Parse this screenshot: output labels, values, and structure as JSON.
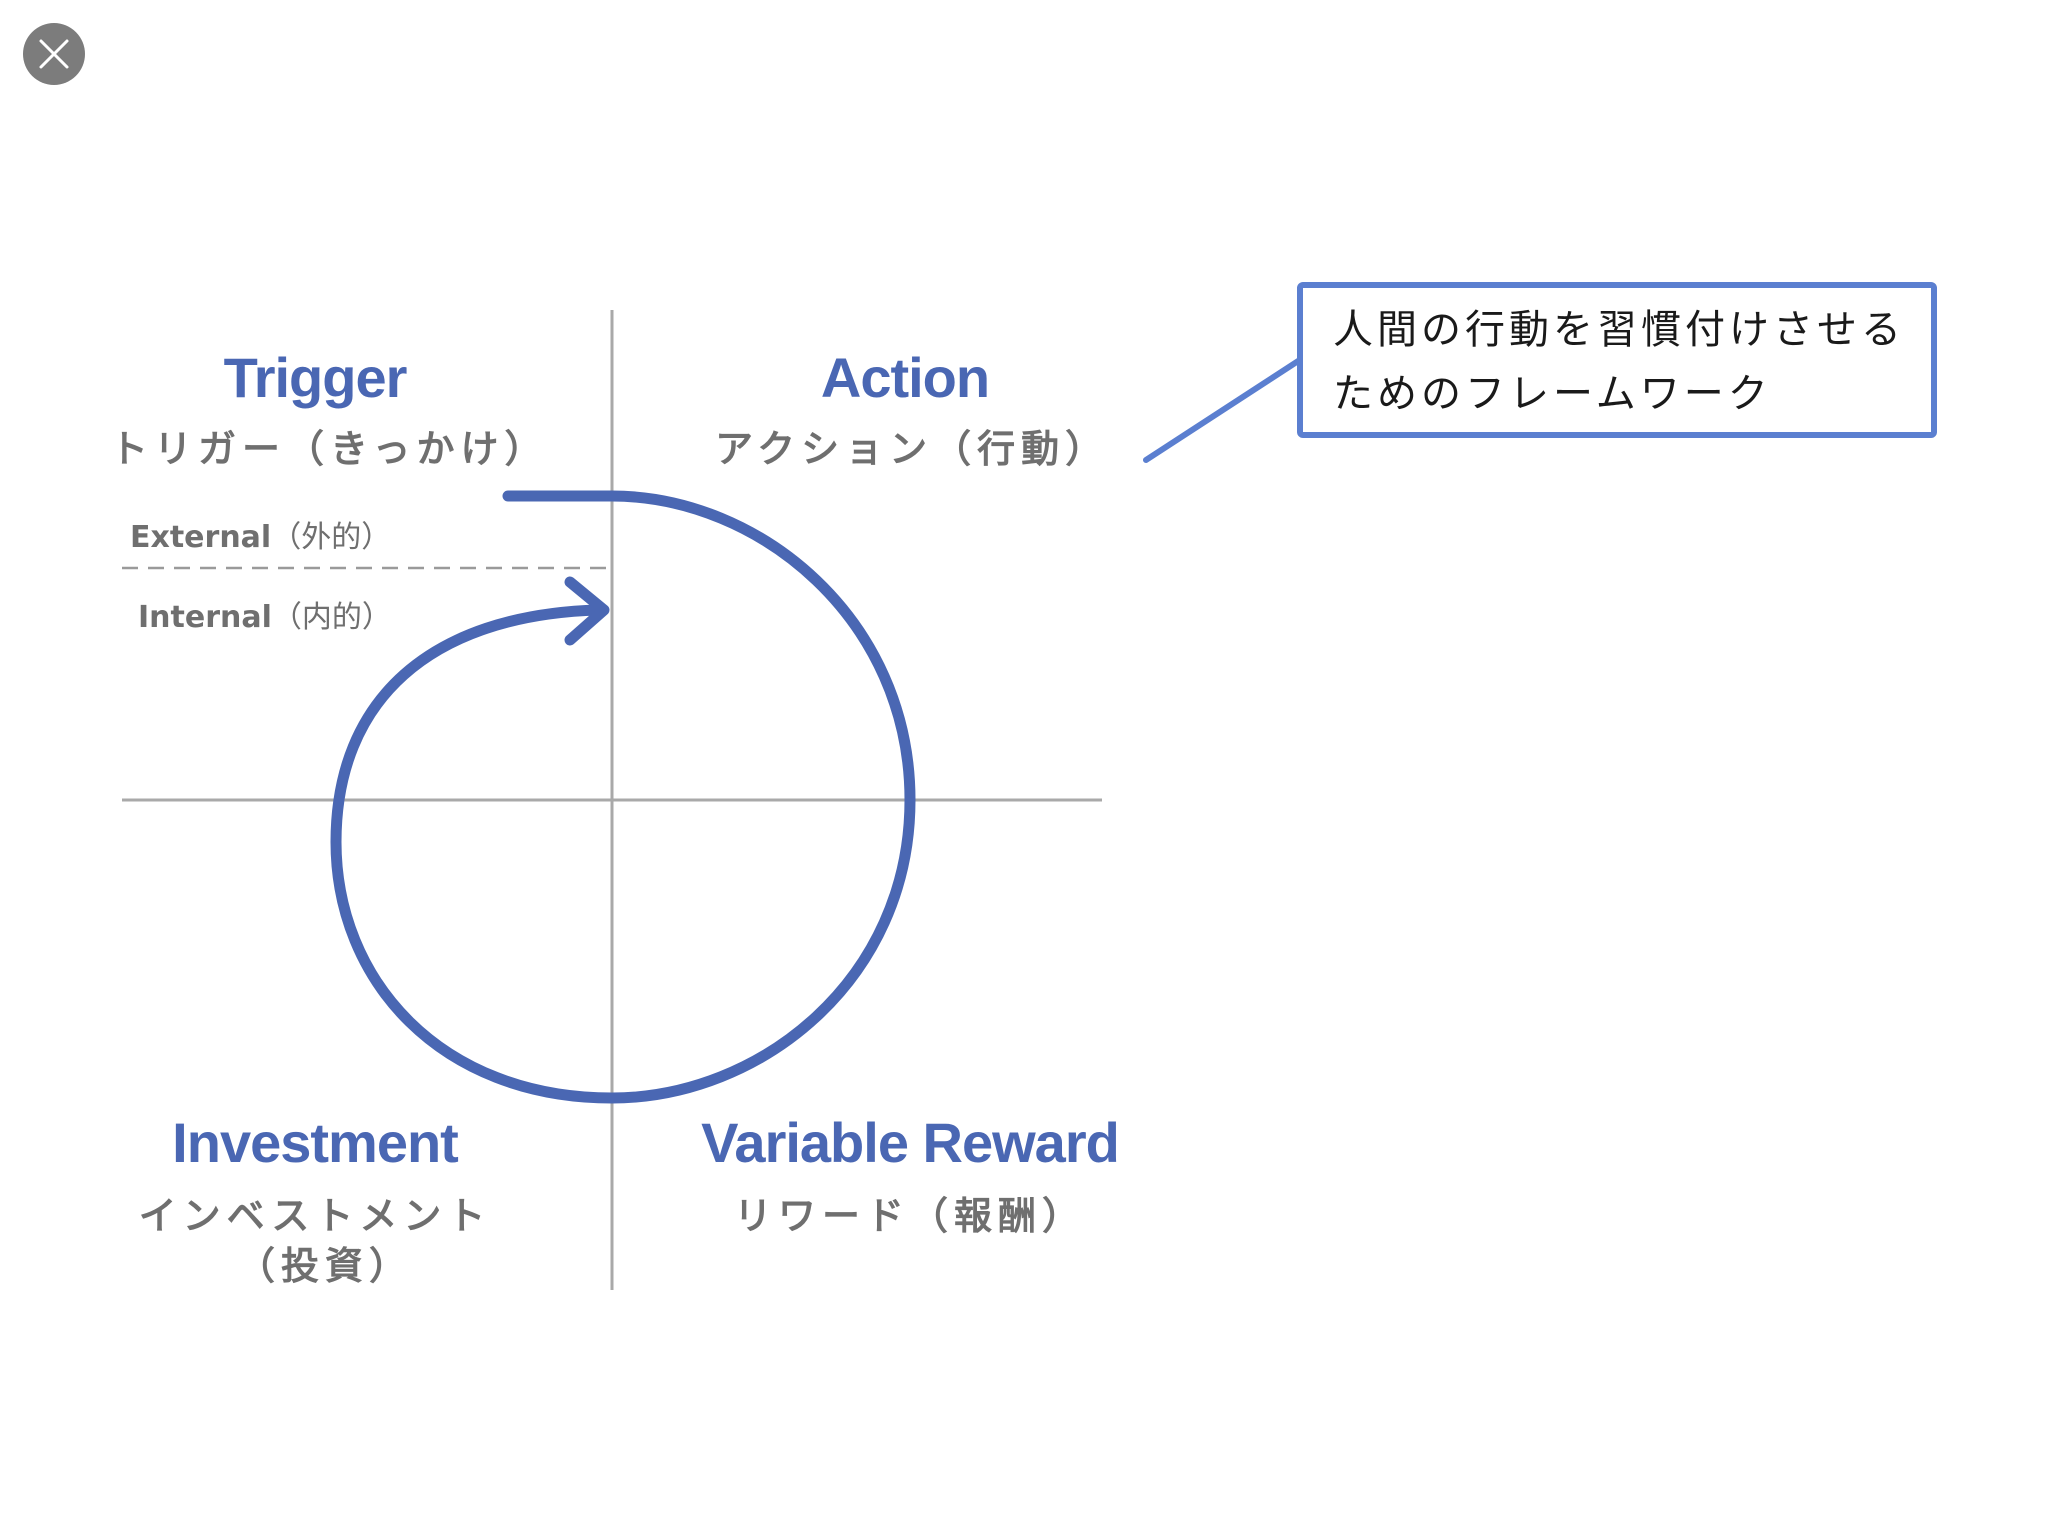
{
  "window": {
    "close_icon": "close-icon"
  },
  "quadrants": {
    "trigger": {
      "title": "Trigger",
      "subtitle": "トリガー（きっかけ）"
    },
    "action": {
      "title": "Action",
      "subtitle": "アクション（行動）"
    },
    "investment": {
      "title": "Investment",
      "subtitle_line1": "インベストメント",
      "subtitle_line2": "（投資）"
    },
    "variable_reward": {
      "title": "Variable Reward",
      "subtitle": "リワード（報酬）"
    }
  },
  "trigger_types": {
    "external_label": "External",
    "external_paren": "（外的）",
    "internal_label": "Internal",
    "internal_paren": "（内的）"
  },
  "callout": {
    "line1": "人間の行動を習慣付けさせる",
    "line2": "ためのフレームワーク"
  },
  "colors": {
    "accent_blue": "#4a67b3",
    "callout_border": "#5b7fd0",
    "axis_gray": "#a9a9a9",
    "text_gray": "#6f6f6f"
  }
}
